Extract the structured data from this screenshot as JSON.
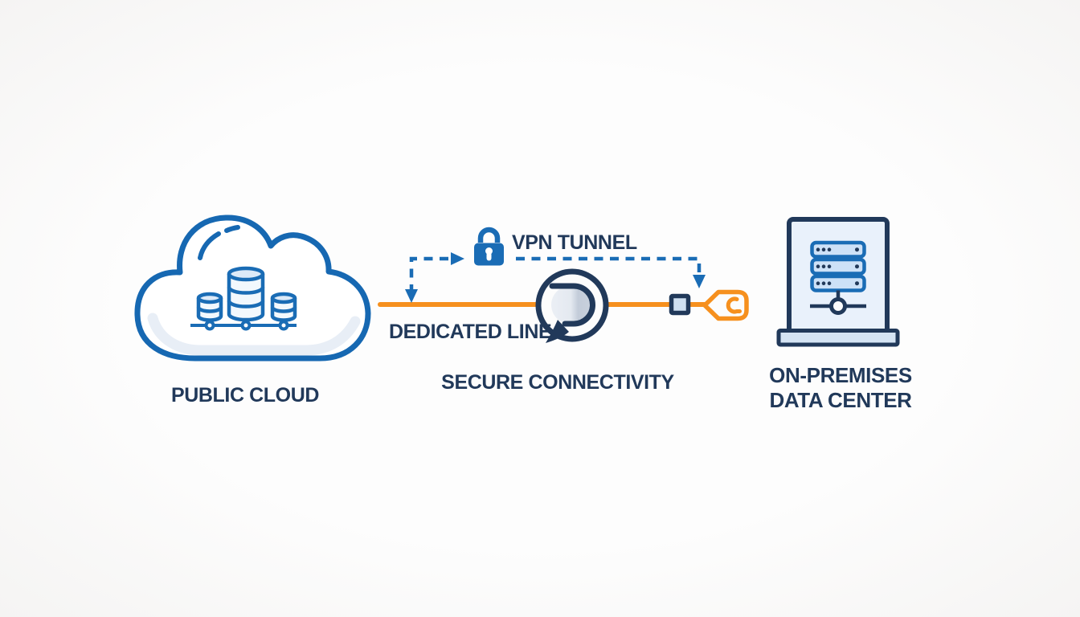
{
  "diagram": {
    "background_color": "#fcfcfc",
    "colors": {
      "navy_text": "#21395a",
      "blue": "#1a6cb5",
      "orange": "#f6901e",
      "light_blue_fill": "#cfe0f1",
      "panel_fill": "#e9f1fb",
      "cylinder_gray": "#c6cfdb"
    },
    "nodes": {
      "public_cloud": {
        "label": "PUBLIC CLOUD",
        "icon": "cloud-databases-icon"
      },
      "secure_connectivity": {
        "label": "SECURE CONNECTIVITY",
        "icon": "tunnel-icon"
      },
      "on_premises": {
        "label_line1": "ON-PREMISES",
        "label_line2": "DATA CENTER",
        "icon": "server-tower-icon"
      }
    },
    "connections": {
      "vpn_tunnel": {
        "label": "VPN TUNNEL",
        "line_style": "dashed",
        "color": "#1a6cb5",
        "icon": "padlock-icon",
        "from": "public_cloud",
        "to": "on_premises"
      },
      "dedicated_line": {
        "label": "DEDICATED LINE",
        "line_style": "solid",
        "color": "#f6901e",
        "from": "public_cloud",
        "to": "on_premises",
        "inline_icons": [
          "tunnel-icon",
          "connector-square-icon",
          "cable-plug-icon"
        ]
      }
    }
  }
}
